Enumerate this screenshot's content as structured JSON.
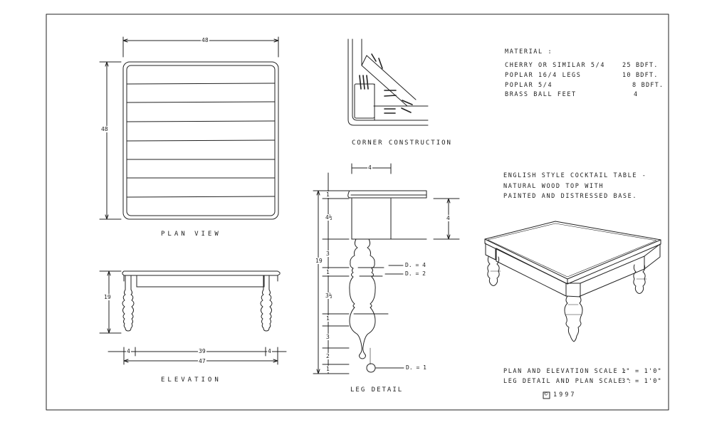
{
  "views": {
    "plan": {
      "caption": "PLAN VIEW",
      "width_dim": "48",
      "depth_dim": "48"
    },
    "corner": {
      "caption": "CORNER CONSTRUCTION"
    },
    "elevation": {
      "caption": "ELEVATION",
      "height_dim": "19",
      "leg_left": "4",
      "span": "39",
      "leg_right": "4",
      "overall": "47"
    },
    "leg": {
      "caption": "LEG DETAIL",
      "top_width": "4",
      "apron_dim": "4",
      "overall_height": "19",
      "segments": [
        "1",
        "4½",
        "3",
        "1",
        "3½",
        "1",
        "3",
        "2",
        "1"
      ],
      "diameters": [
        "D. = 4",
        "D. = 2",
        "D. = 1"
      ]
    }
  },
  "materials": {
    "heading": "MATERIAL :",
    "items": [
      {
        "name": "CHERRY OR SIMILAR  5/4",
        "qty": "25  BDFT."
      },
      {
        "name": "POPLAR  16/4  LEGS",
        "qty": "10  BDFT."
      },
      {
        "name": "POPLAR   5/4",
        "qty": "8  BDFT."
      },
      {
        "name": "BRASS BALL FEET",
        "qty": "4"
      }
    ]
  },
  "description": [
    "ENGLISH STYLE COCKTAIL TABLE -",
    "NATURAL WOOD TOP WITH",
    "PAINTED AND DISTRESSED BASE."
  ],
  "scales": [
    {
      "label": "PLAN AND ELEVATION SCALE :",
      "value": "1\" = 1'0\""
    },
    {
      "label": "LEG DETAIL AND PLAN SCALE :",
      "value": "3\" = 1'0\""
    }
  ],
  "copyright": {
    "symbol": "©",
    "year": "1997"
  }
}
